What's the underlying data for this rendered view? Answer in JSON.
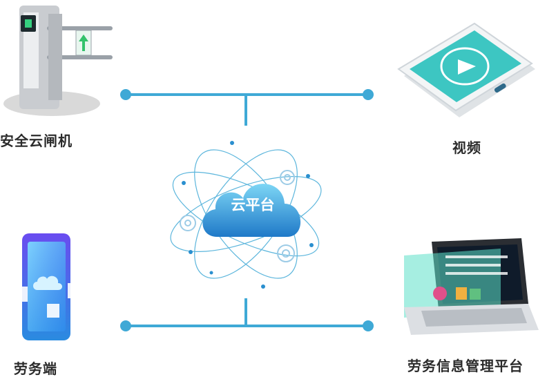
{
  "center": {
    "label": "云平台"
  },
  "nodes": {
    "gate": {
      "label": "安全云闸机",
      "icon": "turnstile-gate-icon"
    },
    "video": {
      "label": "视频",
      "icon": "video-tablet-icon"
    },
    "mobile": {
      "label": "劳务端",
      "icon": "mobile-phone-icon"
    },
    "system": {
      "label": "劳务信息管理平台",
      "icon": "laptop-icon"
    }
  },
  "colors": {
    "connector": "#3fa9d6",
    "cloud_top": "#7dd6f5",
    "cloud_bottom": "#1f79c8",
    "label_text": "#2b2b2b"
  }
}
